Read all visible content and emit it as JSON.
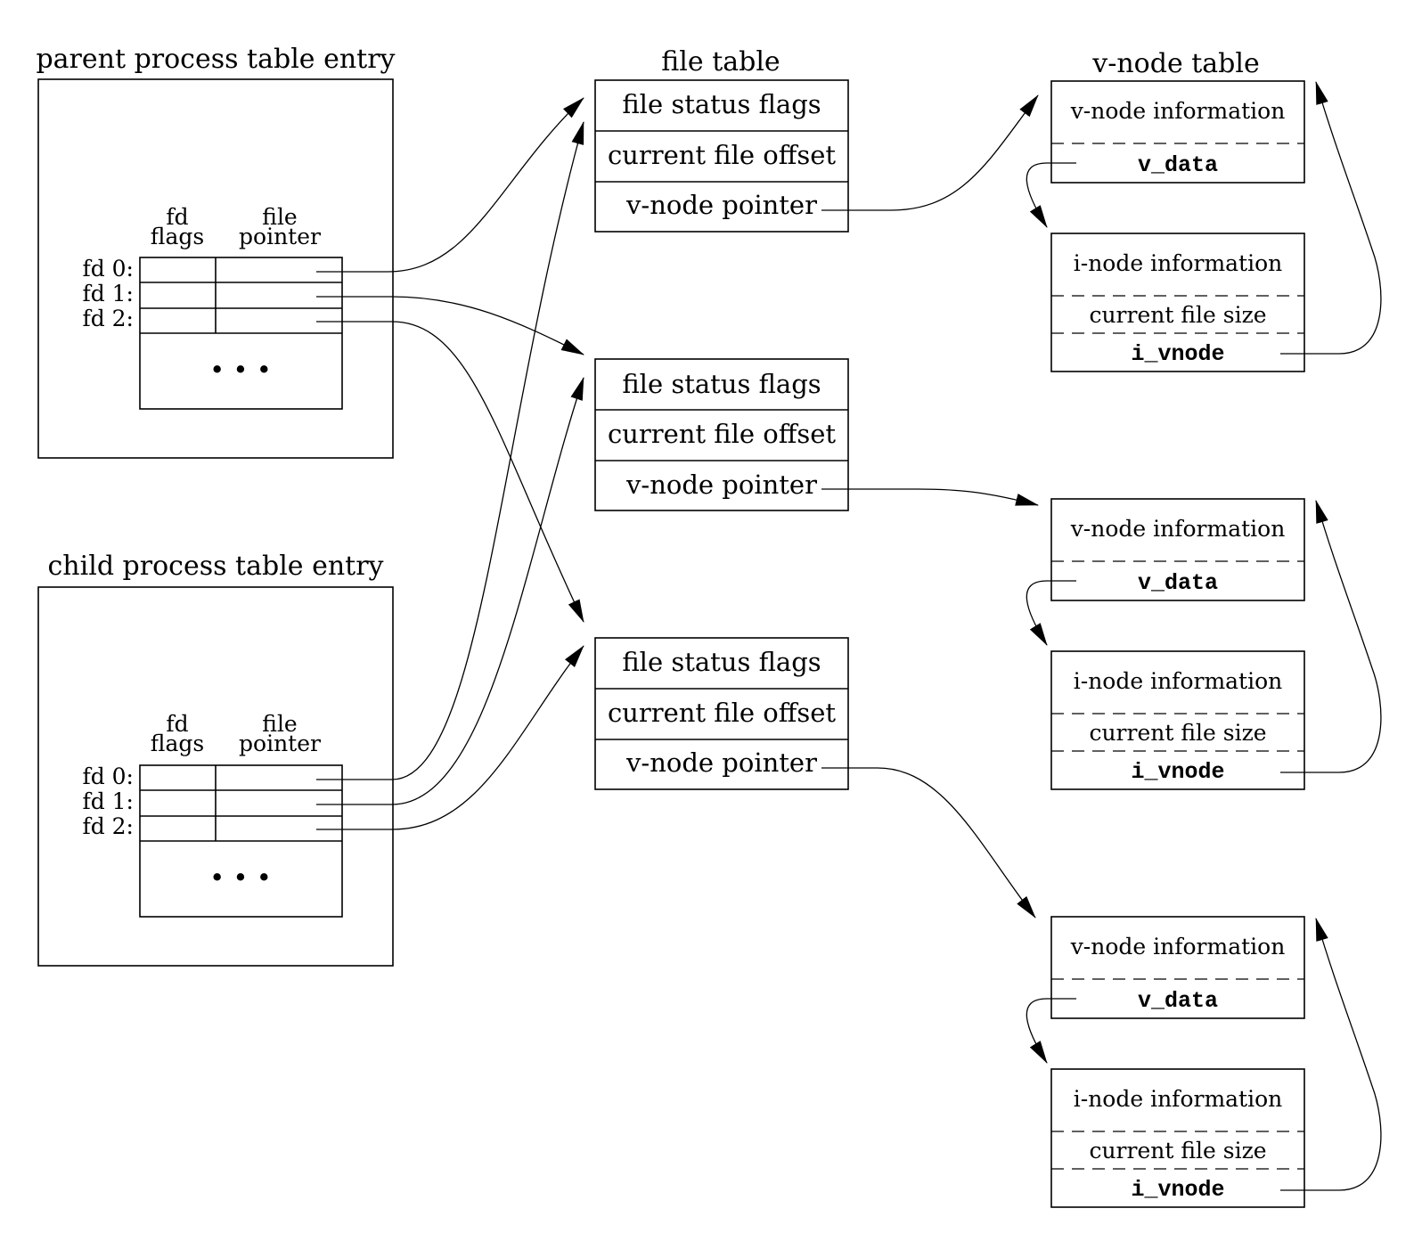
{
  "parent": {
    "title": "parent process table entry",
    "col_fd_flags": [
      "fd",
      "flags"
    ],
    "col_file_pointer": [
      "file",
      "pointer"
    ],
    "fd_labels": [
      "fd 0:",
      "fd 1:",
      "fd 2:"
    ],
    "ellipsis": "• • •"
  },
  "child": {
    "title": "child process table entry",
    "col_fd_flags": [
      "fd",
      "flags"
    ],
    "col_file_pointer": [
      "file",
      "pointer"
    ],
    "fd_labels": [
      "fd 0:",
      "fd 1:",
      "fd 2:"
    ],
    "ellipsis": "• • •"
  },
  "file_table": {
    "title": "file table",
    "entries": [
      [
        "file status flags",
        "current file offset",
        "v-node pointer"
      ],
      [
        "file status flags",
        "current file offset",
        "v-node pointer"
      ],
      [
        "file status flags",
        "current file offset",
        "v-node pointer"
      ]
    ]
  },
  "vnode_table": {
    "title": "v-node table",
    "entries": [
      {
        "vnode_info": "v-node information",
        "v_data": "v_data",
        "inode_info": "i-node information",
        "file_size": "current file size",
        "i_vnode": "i_vnode"
      },
      {
        "vnode_info": "v-node information",
        "v_data": "v_data",
        "inode_info": "i-node information",
        "file_size": "current file size",
        "i_vnode": "i_vnode"
      },
      {
        "vnode_info": "v-node information",
        "v_data": "v_data",
        "inode_info": "i-node information",
        "file_size": "current file size",
        "i_vnode": "i_vnode"
      }
    ]
  }
}
